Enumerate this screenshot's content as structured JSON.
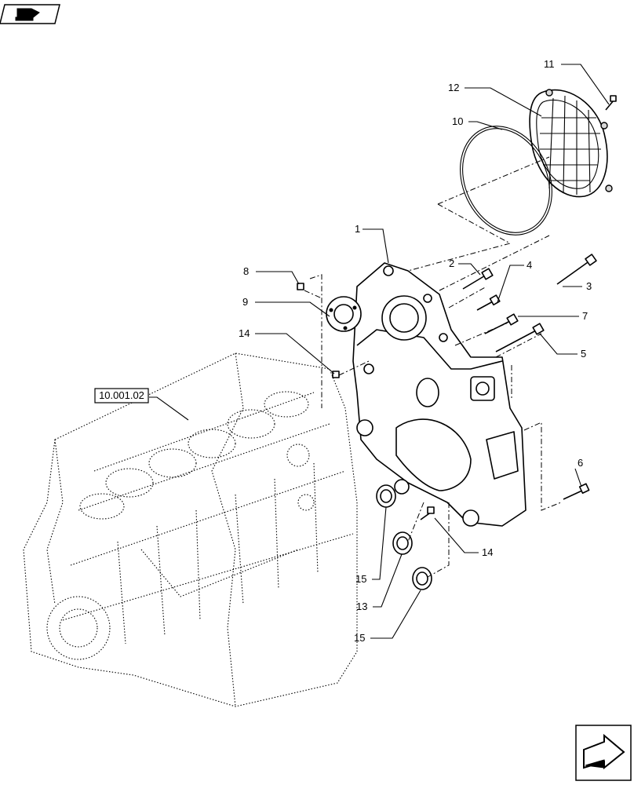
{
  "header": {
    "icon": "book-icon"
  },
  "footer": {
    "icon": "next-arrow-icon"
  },
  "reference": {
    "label": "10.001.02"
  },
  "callouts": {
    "c1": "1",
    "c2": "2",
    "c3": "3",
    "c4": "4",
    "c5": "5",
    "c6": "6",
    "c7": "7",
    "c8": "8",
    "c9": "9",
    "c10": "10",
    "c11": "11",
    "c12": "12",
    "c13": "13",
    "c14a": "14",
    "c14b": "14",
    "c15a": "15",
    "c15b": "15"
  }
}
